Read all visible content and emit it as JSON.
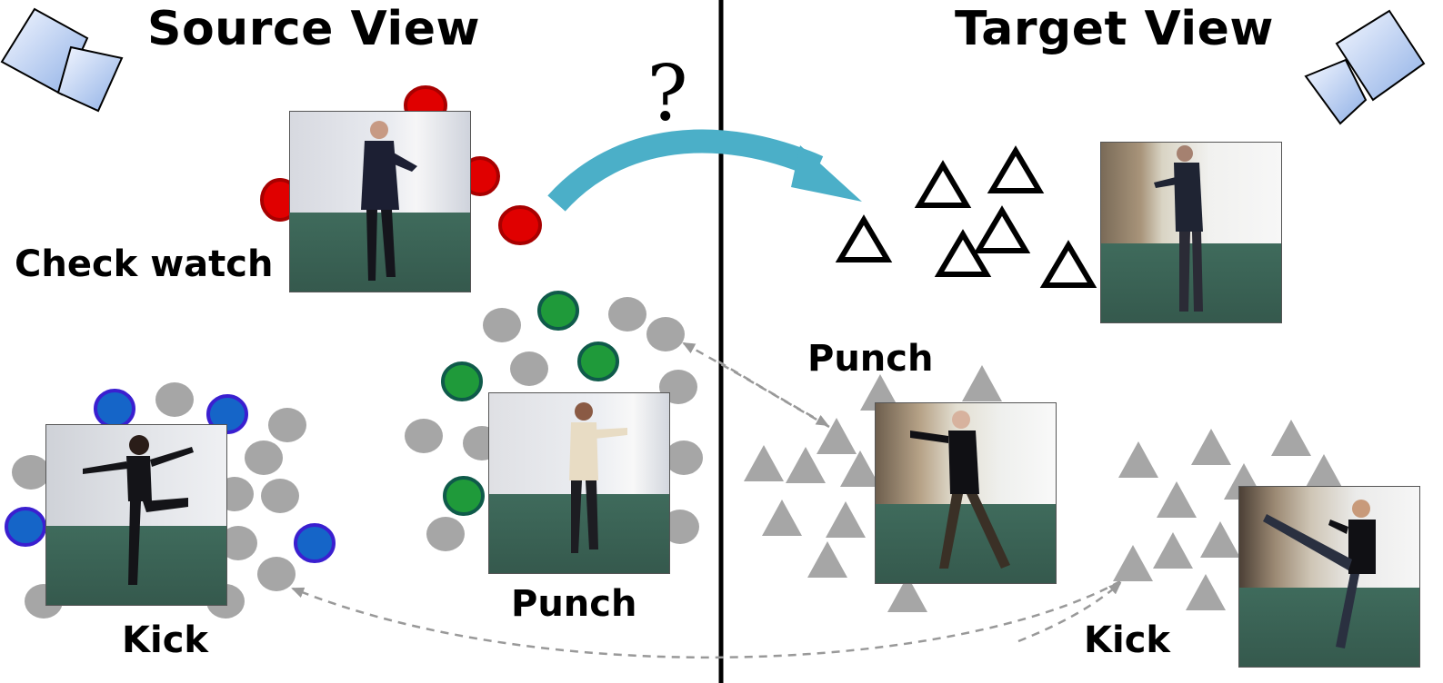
{
  "titles": {
    "source": "Source View",
    "target": "Target View",
    "question": "?"
  },
  "source_view": {
    "labels": {
      "check_watch": "Check watch",
      "punch": "Punch",
      "kick": "Kick"
    }
  },
  "target_view": {
    "labels": {
      "punch": "Punch",
      "kick": "Kick"
    }
  },
  "colors": {
    "check_watch_cluster": "#e00000",
    "punch_cluster": "#1f9a3a",
    "kick_cluster": "#1565c8",
    "neutral_marker": "#a6a6a6",
    "transfer_arrow": "#4bafc8",
    "camera_fill": "#c4d4f2",
    "divider": "#000000",
    "dashed_arrow": "#999999"
  },
  "icons": [
    "camera-icon",
    "camera-icon"
  ]
}
